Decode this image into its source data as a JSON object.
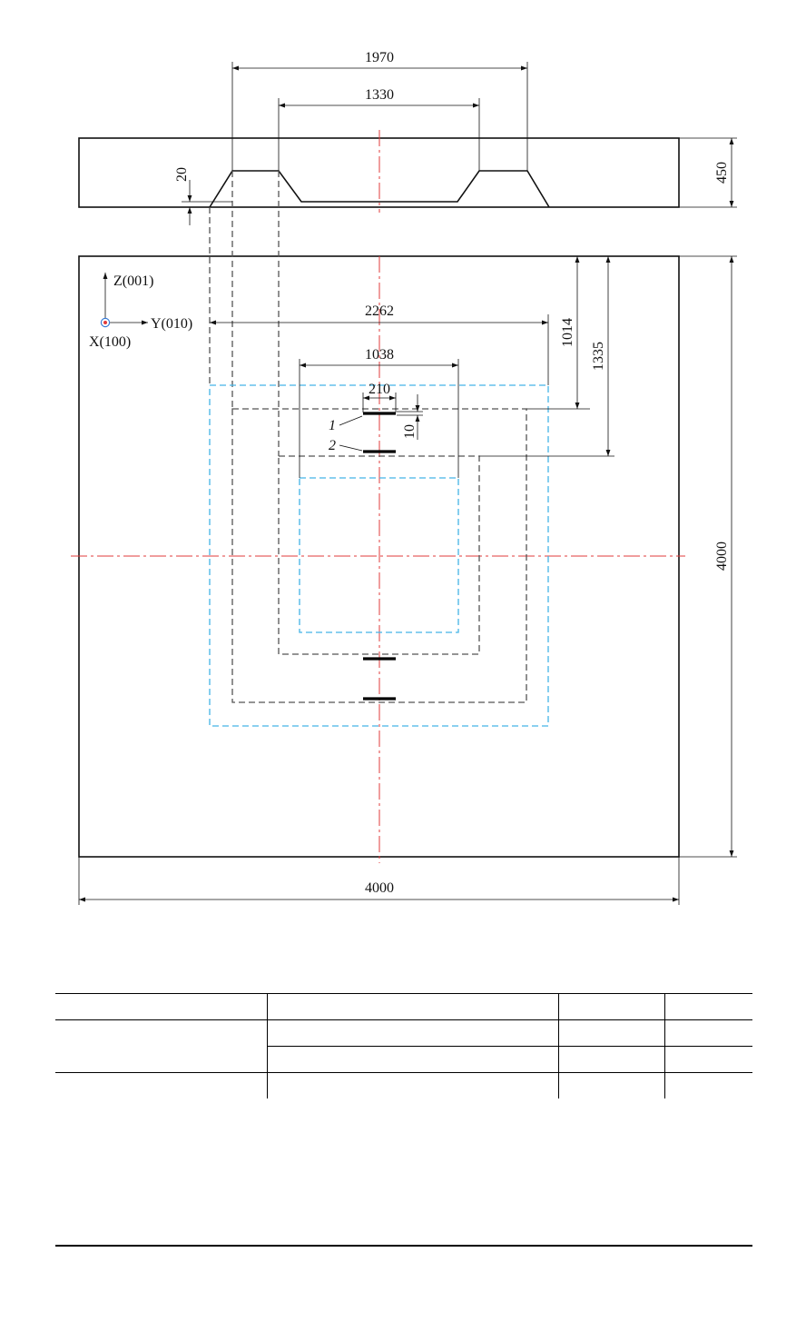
{
  "dimensions": {
    "top_outer_width": "1970",
    "top_inner_width": "1330",
    "top_depth": "20",
    "top_height": "450",
    "span_2262": "2262",
    "span_1038": "1038",
    "span_210": "210",
    "gap_10": "10",
    "offset_1014": "1014",
    "offset_1335": "1335",
    "plate_height": "4000",
    "plate_width": "4000"
  },
  "axes": {
    "z_label": "Z(001)",
    "y_label": "Y(010)",
    "x_label": "X(100)"
  },
  "callouts": {
    "item_1": "1",
    "item_2": "2"
  },
  "colors": {
    "outline": "#111111",
    "hidden_line": "#555555",
    "blue_dash": "#43b3e6",
    "centerline": "#e23b3b",
    "axis_dot": "#e23b3b",
    "axis_ring": "#3a7bd5"
  },
  "table": {
    "rows": [
      [
        "",
        "",
        "",
        ""
      ],
      [
        "",
        "",
        "",
        ""
      ],
      [
        "",
        "",
        "",
        ""
      ],
      [
        "",
        "",
        "",
        ""
      ]
    ]
  }
}
